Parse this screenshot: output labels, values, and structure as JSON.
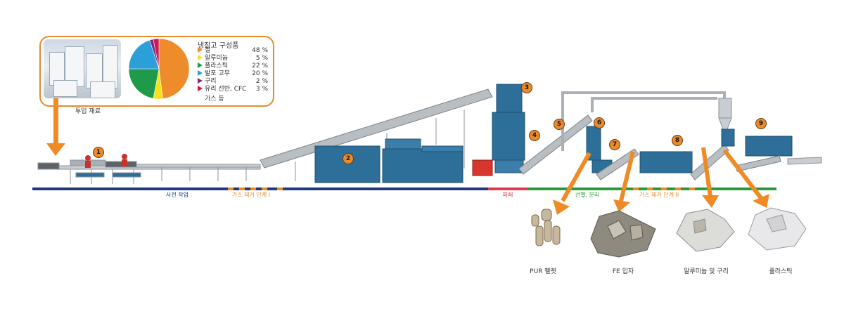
{
  "legend": {
    "title": "냉장고 구성품",
    "items": [
      {
        "label": "철",
        "pct": "48 %",
        "value": 48,
        "color": "#ee8c2c"
      },
      {
        "label": "알루미늄",
        "pct": "5 %",
        "value": 5,
        "color": "#f4e21c"
      },
      {
        "label": "플라스틱",
        "pct": "22 %",
        "value": 22,
        "color": "#1f9a4a"
      },
      {
        "label": "발포 고무",
        "pct": "20 %",
        "value": 20,
        "color": "#2a9fd8"
      },
      {
        "label": "구리",
        "pct": "2 %",
        "value": 2,
        "color": "#7b2a8c"
      },
      {
        "label": "유리 선반, CFC",
        "pct": "3 %",
        "value": 3,
        "color": "#d3174a"
      }
    ],
    "extra": "가스 등"
  },
  "input_label": "투입 재료",
  "stages": {
    "pre": "사전 작업",
    "degas1": "가스 제거 단계 I",
    "shred": "파쇄",
    "sort": "선별, 분리",
    "degas2": "가스 제거 단계 II"
  },
  "numbers": [
    "1",
    "2",
    "3",
    "4",
    "5",
    "6",
    "7",
    "8",
    "9"
  ],
  "outputs": [
    "PUR 펠렛",
    "FE 입자",
    "알루미늄 및 구리",
    "플라스틱"
  ],
  "colors": {
    "accent": "#e98a2b",
    "machine": "#2e6f9a",
    "pre_line": "#1f3b7a",
    "shred_line": "#e23a4a",
    "sort_line": "#2a9a3a"
  }
}
